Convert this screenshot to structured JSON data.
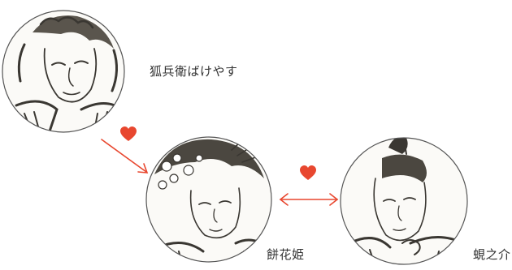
{
  "characters": [
    {
      "name": "狐兵衛ばけやす"
    },
    {
      "name": "餅花姫"
    },
    {
      "name": "蜆之介"
    }
  ],
  "colors": {
    "accent": "#e8472f",
    "outline": "#555555",
    "ink": "#3a3732",
    "paper": "#fbfaf7"
  },
  "icons": {
    "heart": "heart-icon",
    "arrow_one_way": "arrow-right-down",
    "arrow_two_way": "arrow-double-horizontal"
  }
}
